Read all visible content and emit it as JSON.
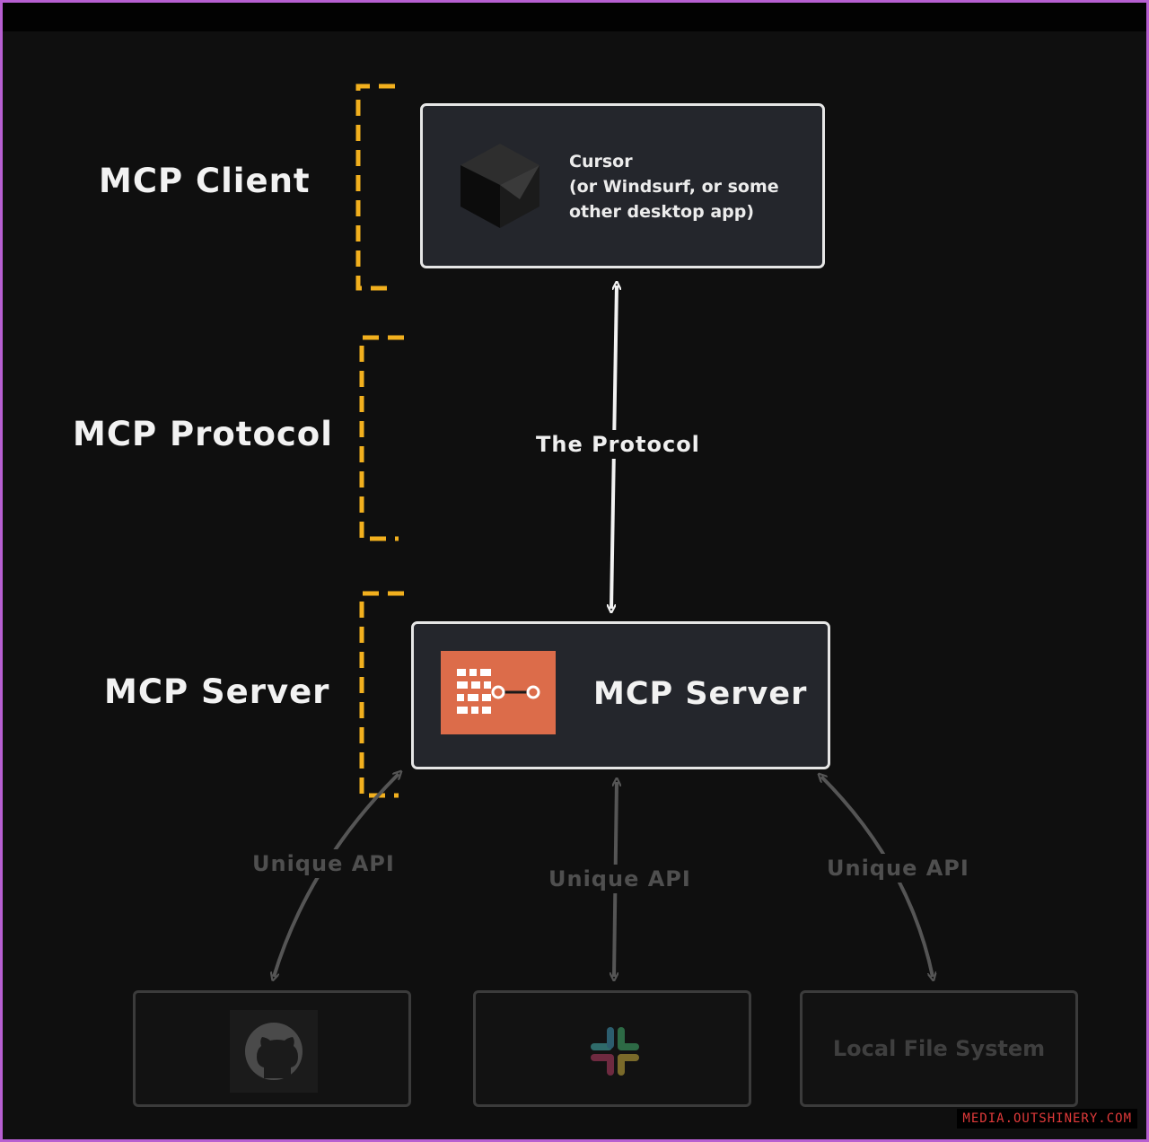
{
  "layers": {
    "client": "MCP Client",
    "protocol": "MCP Protocol",
    "server": "MCP Server"
  },
  "client_box": {
    "text_line1": "Cursor",
    "text_line2": "(or Windsurf, or some",
    "text_line3": "other desktop app)",
    "icon": "cursor-cube-icon"
  },
  "protocol_edge": {
    "label": "The Protocol"
  },
  "server_box": {
    "title": "MCP Server",
    "icon": "mcp-server-logo-icon"
  },
  "api_edges": {
    "left_label": "Unique API",
    "center_label": "Unique API",
    "right_label": "Unique API"
  },
  "services": {
    "github_icon": "github-icon",
    "slack_icon": "slack-icon",
    "local_fs_label": "Local File System"
  },
  "colors": {
    "bracket": "#f2b01e",
    "server_logo_bg": "#dc6c4a",
    "page_border": "#b75fd1",
    "watermark": "#e03a3a"
  },
  "watermark": "MEDIA.OUTSHINERY.COM"
}
